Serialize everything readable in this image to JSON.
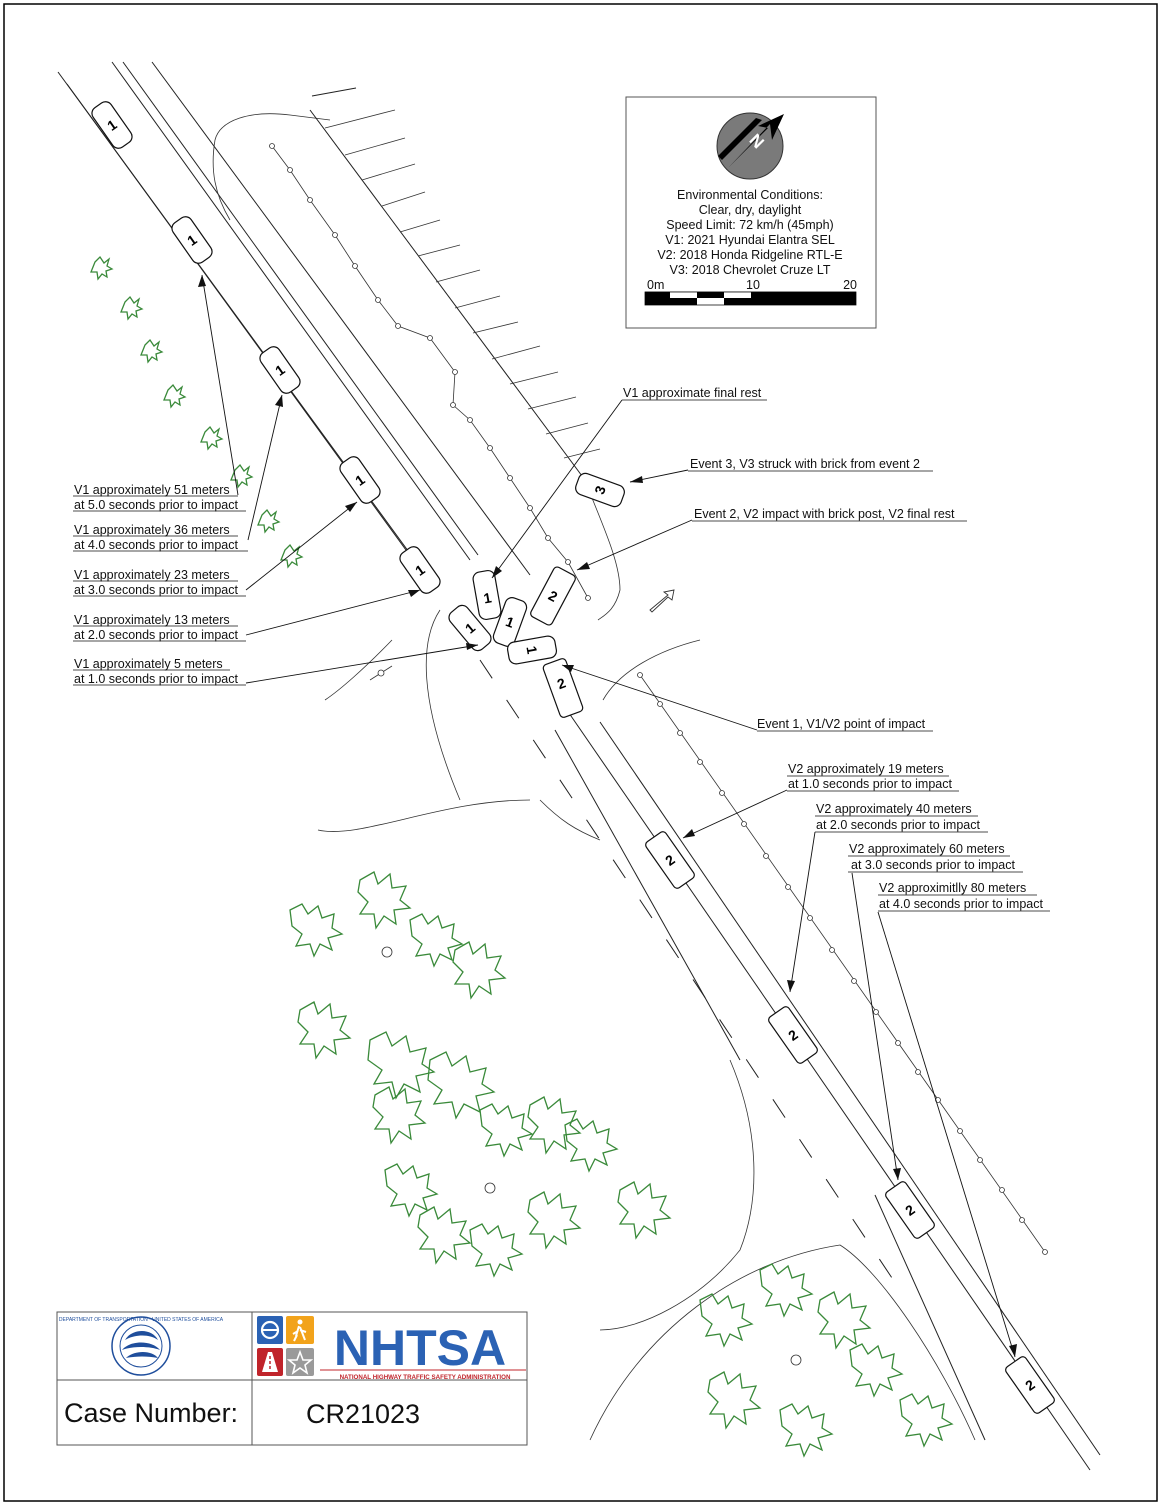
{
  "environment": {
    "heading": "Environmental Conditions:",
    "lines": [
      "Clear, dry, daylight",
      "Speed Limit: 72 km/h (45mph)",
      "V1: 2021 Hyundai Elantra SEL",
      "V2: 2018 Honda Ridgeline RTL-E",
      "V3: 2018 Chevrolet Cruze LT"
    ],
    "north_letter": "N",
    "scale_labels": [
      "0m",
      "10",
      "20"
    ]
  },
  "annotations": {
    "v1_final_rest": "V1 approximate final rest",
    "event3": "Event 3, V3 struck with brick from event 2",
    "event2": "Event 2, V2 impact with brick post, V2 final rest",
    "event1": "Event 1, V1/V2 point of impact"
  },
  "v1_positions": [
    {
      "distance": "V1 approximately 51 meters",
      "time": "at 5.0 seconds prior to impact"
    },
    {
      "distance": "V1 approximately 36 meters",
      "time": "at 4.0 seconds prior to impact"
    },
    {
      "distance": "V1 approximately 23 meters",
      "time": "at 3.0 seconds prior to impact"
    },
    {
      "distance": "V1 approximately 13 meters",
      "time": "at 2.0 seconds prior to impact"
    },
    {
      "distance": "V1 approximately 5 meters",
      "time": "at 1.0 seconds prior to impact"
    }
  ],
  "v2_positions": [
    {
      "distance": "V2 approximately 19 meters",
      "time": "at 1.0 seconds prior to impact"
    },
    {
      "distance": "V2 approximately 40 meters",
      "time": "at 2.0 seconds prior to impact"
    },
    {
      "distance": "V2 approximately 60 meters",
      "time": "at 3.0 seconds prior to impact"
    },
    {
      "distance": "V2 approximitlly 80 meters",
      "time": "at 4.0 seconds prior to impact"
    }
  ],
  "vehicle_numbers": {
    "v1": "1",
    "v2": "2",
    "v3": "3"
  },
  "footer": {
    "case_label": "Case Number:",
    "case_number": "CR21023",
    "agency_logo_text": "NHTSA",
    "agency_full_name": "NATIONAL HIGHWAY TRAFFIC SAFETY ADMINISTRATION",
    "dot_seal_text": "DEPARTMENT OF TRANSPORTATION · UNITED STATES OF AMERICA"
  },
  "colors": {
    "vegetation": "#3a8a3a",
    "nhtsa_blue": "#2b62b4",
    "nhtsa_red": "#c0242b",
    "nhtsa_orange": "#f2a31b",
    "dot_blue": "#1f4e9c"
  }
}
